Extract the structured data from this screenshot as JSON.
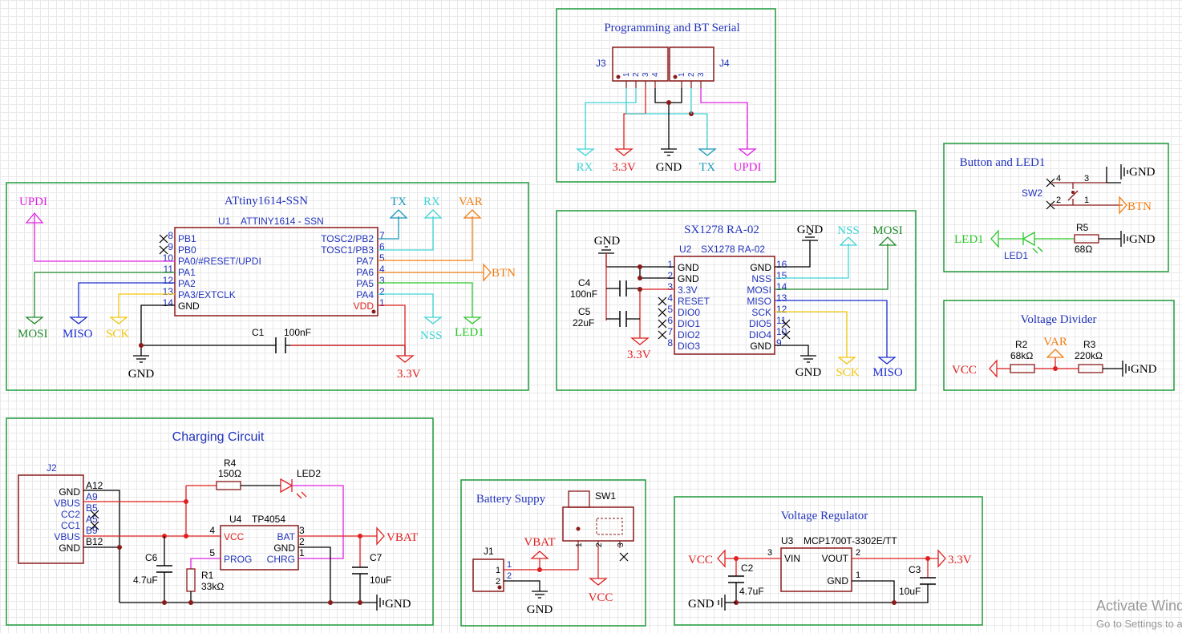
{
  "colors": {
    "frame": "#1f9a3a",
    "wire_red": "#e01f1f",
    "wire_cyan": "#3fd3d6",
    "wire_magenta": "#e020e0",
    "wire_blue": "#1a2ccf",
    "wire_yellow": "#f2c60b",
    "wire_orange": "#f07d12",
    "wire_green": "#29c629",
    "wire_darkgreen": "#1f8a2a",
    "wire_teal": "#1a98b8",
    "part": "#8b1a1a",
    "text_blue": "#2233bb"
  },
  "icons": [
    "power-flag-icon",
    "ground-icon",
    "port-arrow-icon",
    "resistor-icon",
    "capacitor-icon",
    "led-icon",
    "switch-icon",
    "no-connect-icon"
  ],
  "sections": {
    "prog": {
      "title": "Programming and BT Serial",
      "j3": "J3",
      "j4": "J4",
      "j3_pins": [
        "1",
        "2",
        "3",
        "4"
      ],
      "j4_pins": [
        "1",
        "2",
        "3"
      ],
      "net_rx": "RX",
      "net_33": "3.3V",
      "net_gnd": "GND",
      "net_tx": "TX",
      "net_updi": "UPDI"
    },
    "mcu": {
      "title": "ATtiny1614-SSN",
      "ref": "U1",
      "value": "ATTINY1614 - SSN",
      "left_pins": [
        {
          "num": "8",
          "name": "PB1"
        },
        {
          "num": "9",
          "name": "PB0"
        },
        {
          "num": "10",
          "name": "PA0/#RESET/UPDI"
        },
        {
          "num": "11",
          "name": "PA1"
        },
        {
          "num": "12",
          "name": "PA2"
        },
        {
          "num": "13",
          "name": "PA3/EXTCLK"
        },
        {
          "num": "14",
          "name": "GND"
        }
      ],
      "right_pins": [
        {
          "num": "7",
          "name": "TOSC2/PB2"
        },
        {
          "num": "6",
          "name": "TOSC1/PB3"
        },
        {
          "num": "5",
          "name": "PA7"
        },
        {
          "num": "4",
          "name": "PA6"
        },
        {
          "num": "3",
          "name": "PA5"
        },
        {
          "num": "2",
          "name": "PA4"
        },
        {
          "num": "1",
          "name": "VDD"
        }
      ],
      "nets": {
        "updi": "UPDI",
        "tx": "TX",
        "rx": "RX",
        "var": "VAR",
        "btn": "BTN",
        "mosi": "MOSI",
        "miso": "MISO",
        "sck": "SCK",
        "nss": "NSS",
        "led1": "LED1",
        "gnd": "GND",
        "v33": "3.3V"
      },
      "c1": "C1",
      "c1_val": "100nF"
    },
    "lora": {
      "title": "SX1278 RA-02",
      "ref": "U2",
      "value": "SX1278 RA-02",
      "left_pins": [
        {
          "num": "1",
          "name": "GND"
        },
        {
          "num": "2",
          "name": "GND"
        },
        {
          "num": "3",
          "name": "3.3V"
        },
        {
          "num": "4",
          "name": "RESET"
        },
        {
          "num": "5",
          "name": "DIO0"
        },
        {
          "num": "6",
          "name": "DIO1"
        },
        {
          "num": "7",
          "name": "DIO2"
        },
        {
          "num": "8",
          "name": "DIO3"
        }
      ],
      "right_pins": [
        {
          "num": "16",
          "name": "GND"
        },
        {
          "num": "15",
          "name": "NSS"
        },
        {
          "num": "14",
          "name": "MOSI"
        },
        {
          "num": "13",
          "name": "MISO"
        },
        {
          "num": "12",
          "name": "SCK"
        },
        {
          "num": "11",
          "name": "DIO5"
        },
        {
          "num": "10",
          "name": "DIO4"
        },
        {
          "num": "9",
          "name": "GND"
        }
      ],
      "c4": "C4",
      "c4_val": "100nF",
      "c5": "C5",
      "c5_val": "22uF",
      "nets": {
        "gnd": "GND",
        "v33": "3.3V",
        "nss": "NSS",
        "mosi": "MOSI",
        "sck": "SCK",
        "miso": "MISO"
      }
    },
    "button": {
      "title": "Button and LED1",
      "sw": "SW2",
      "pins": [
        "4",
        "3",
        "2",
        "1"
      ],
      "gnd": "GND",
      "btn": "BTN",
      "led_net": "LED1",
      "led_ref": "LED1",
      "r": "R5",
      "r_val": "68Ω"
    },
    "divider": {
      "title": "Voltage Divider",
      "vcc": "VCC",
      "r2": "R2",
      "r2_val": "68kΩ",
      "var": "VAR",
      "r3": "R3",
      "r3_val": "220kΩ",
      "gnd": "GND"
    },
    "charge": {
      "title": "Charging Circuit",
      "j2": "J2",
      "j2_pins": [
        {
          "name": "GND",
          "num": "A12"
        },
        {
          "name": "VBUS",
          "num": "A9"
        },
        {
          "name": "CC2",
          "num": "B5"
        },
        {
          "name": "CC1",
          "num": "A5"
        },
        {
          "name": "VBUS",
          "num": "B9"
        },
        {
          "name": "GND",
          "num": "B12"
        }
      ],
      "r4": "R4",
      "r4_val": "150Ω",
      "led2": "LED2",
      "u4": "U4",
      "u4_val": "TP4054",
      "u4_left": [
        {
          "num": "4",
          "name": "VCC"
        },
        {
          "num": "5",
          "name": "PROG"
        }
      ],
      "u4_right": [
        {
          "num": "3",
          "name": "BAT"
        },
        {
          "num": "2",
          "name": "GND"
        },
        {
          "num": "1",
          "name": "CHRG"
        }
      ],
      "vbat": "VBAT",
      "c6": "C6",
      "c6_val": "4.7uF",
      "r1": "R1",
      "r1_val": "33kΩ",
      "c7": "C7",
      "c7_val": "10uF",
      "gnd": "GND"
    },
    "battery": {
      "title": "Battery Suppy",
      "sw1": "SW1",
      "sw_pins": [
        "1",
        "2",
        "3"
      ],
      "j1": "J1",
      "j1_pins": [
        "1",
        "2"
      ],
      "vbat": "VBAT",
      "gnd": "GND",
      "vcc": "VCC"
    },
    "regulator": {
      "title": "Voltage Regulator",
      "u3": "U3",
      "u3_val": "MCP1700T-3302E/TT",
      "vin": "VIN",
      "vout": "VOUT",
      "gndpin": "GND",
      "pin_vin": "3",
      "pin_vout": "2",
      "pin_gnd": "1",
      "vcc": "VCC",
      "v33": "3.3V",
      "c2": "C2",
      "c2_val": "4.7uF",
      "c3": "C3",
      "c3_val": "10uF",
      "gnd": "GND"
    }
  },
  "watermark": {
    "line1": "Activate Windows",
    "line2": "Go to Settings to activate Windows."
  }
}
